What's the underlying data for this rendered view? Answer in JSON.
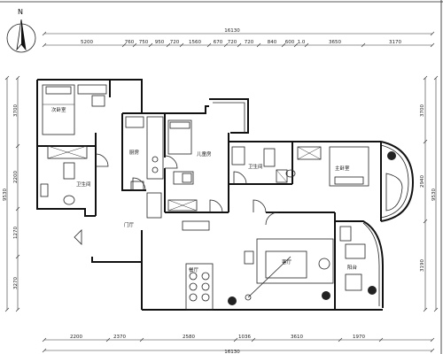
{
  "compass": {
    "label": "N"
  },
  "dimensions": {
    "top_overall": "16130",
    "top_segments": [
      "5200",
      "760",
      "750",
      "950",
      "720",
      "1560",
      "670",
      "720",
      "720",
      "840",
      "600",
      "1.0",
      "3650",
      "3170"
    ],
    "bottom_overall": "16130",
    "bottom_segments": [
      "2200",
      "2370",
      "2580",
      "1036",
      "3610",
      "1970"
    ],
    "left_overall": "9530",
    "left_segments": [
      "3700",
      "2200",
      "1270",
      "3270"
    ],
    "right_overall": "9530",
    "right_segments": [
      "3700",
      "2940",
      "3190"
    ]
  },
  "rooms": {
    "second_bedroom": "次卧室",
    "bathroom_left": "卫生间",
    "kitchen": "厨房",
    "child_room": "儿童房",
    "bathroom_right": "卫生间",
    "master_bedroom": "主卧室",
    "foyer": "门厅",
    "dining": "餐厅",
    "living": "客厅",
    "balcony": "阳台"
  }
}
